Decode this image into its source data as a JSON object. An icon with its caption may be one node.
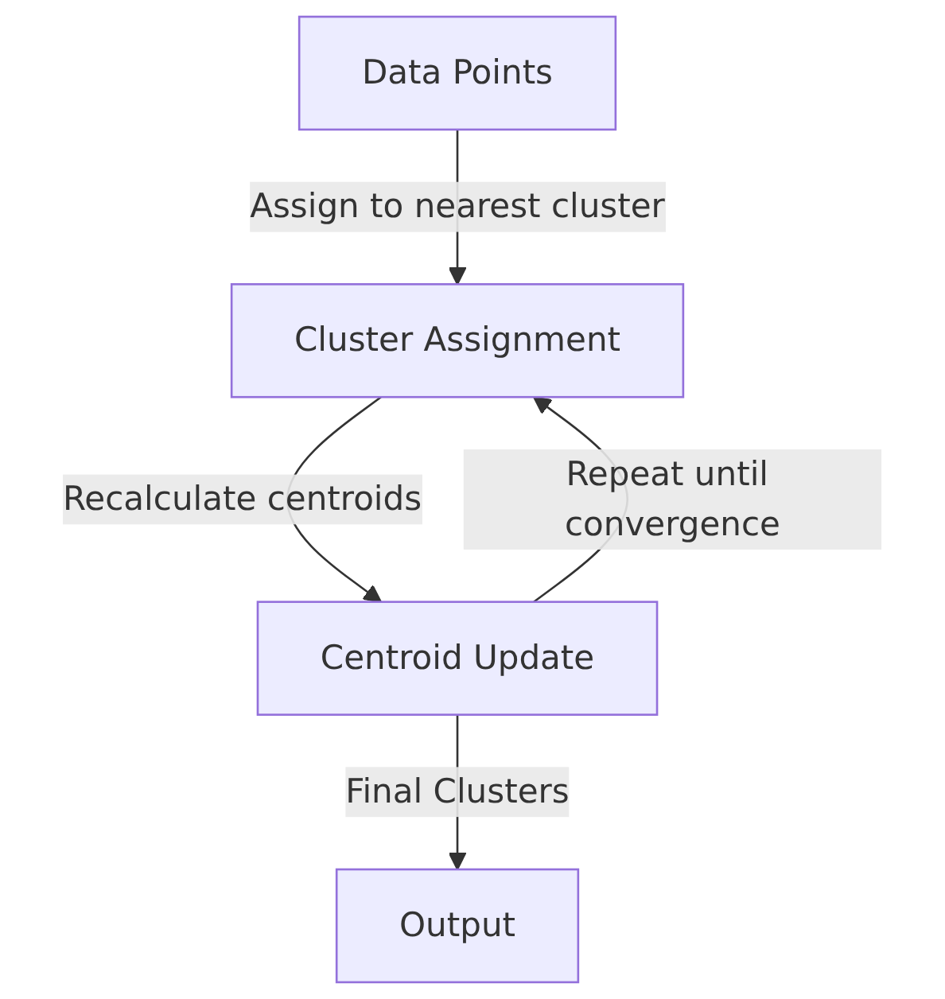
{
  "diagram": {
    "nodes": [
      {
        "text": [
          "Data Points"
        ]
      },
      {
        "text": [
          "Cluster Assignment"
        ]
      },
      {
        "text": [
          "Centroid Update"
        ]
      },
      {
        "text": [
          "Output"
        ]
      }
    ],
    "edges": [
      {
        "from": 0,
        "to": 1,
        "arrow": "to",
        "label": "Assign to nearest cluster"
      },
      {
        "from": 1,
        "to": 2,
        "arrow": "to",
        "label": "Recalculate centroids"
      },
      {
        "from": 2,
        "to": 1,
        "arrow": "to",
        "label": "Repeat until convergence"
      },
      {
        "from": 2,
        "to": 3,
        "arrow": "to",
        "label": "Final Clusters"
      }
    ]
  }
}
